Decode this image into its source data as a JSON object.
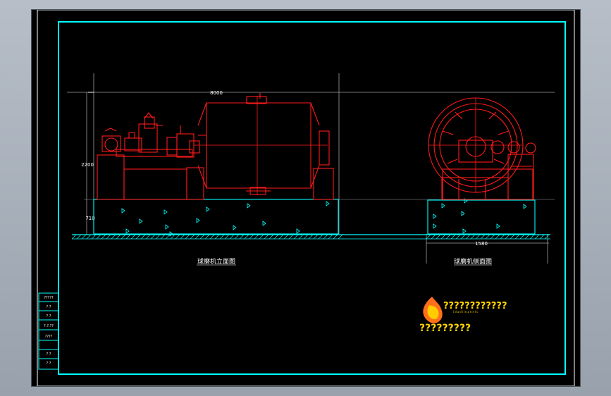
{
  "drawing": {
    "dimensions": {
      "overall_length": "8000",
      "height": "2200",
      "foundation_height": "710",
      "side_width": "1580"
    },
    "labels": {
      "front_view": "球磨机立面图",
      "side_view": "球磨机侧面图"
    },
    "logo": {
      "company_name": "????????????",
      "company_url": "idudiinannlc",
      "subtitle": "?????????"
    },
    "title_block_left": [
      "?????",
      "? ?",
      "? ?",
      "?.?.??",
      "????",
      "? ?",
      "? ?"
    ],
    "colors": {
      "cyan": "#00ffff",
      "red": "#ff1a1a",
      "white": "#ffffff",
      "yellow": "#ffd400",
      "gray": "#9aa0a6"
    }
  }
}
